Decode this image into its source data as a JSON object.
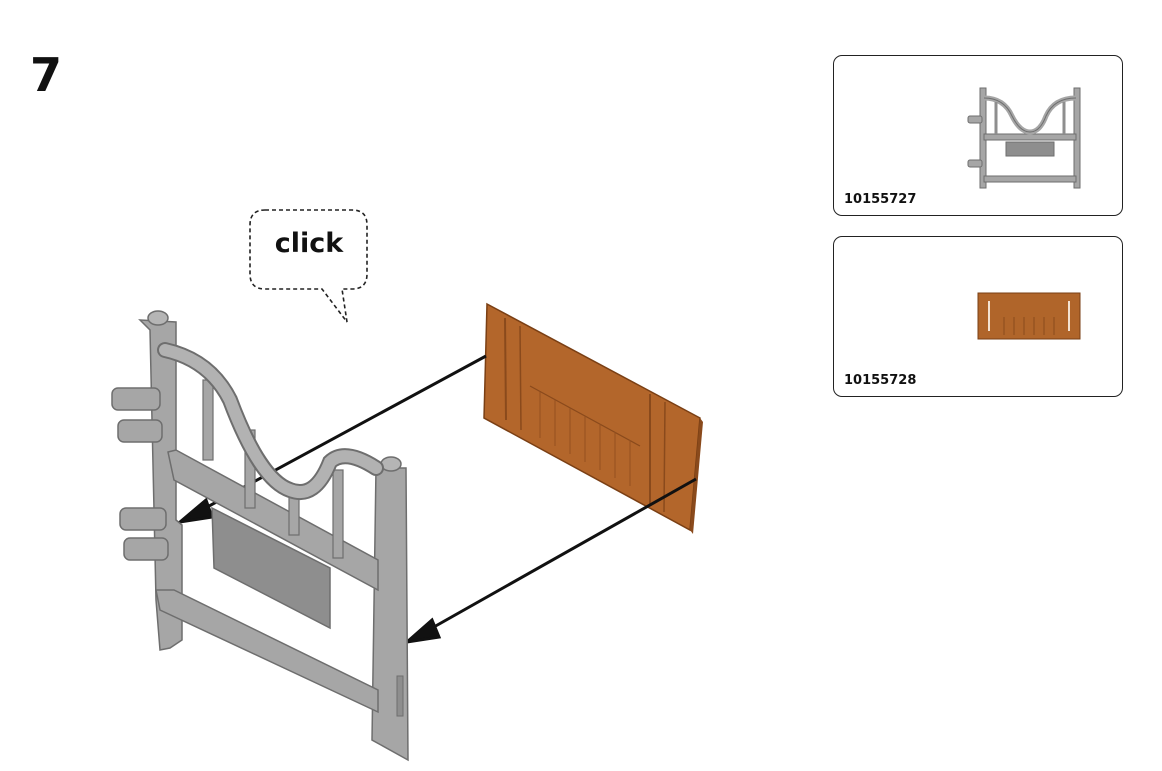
{
  "step": {
    "number": "7"
  },
  "callout": {
    "text": "click"
  },
  "parts": [
    {
      "id": "10155727",
      "name": "stall-gate",
      "color": "#a8a8a8"
    },
    {
      "id": "10155728",
      "name": "wooden-panel",
      "color": "#b0652a"
    }
  ],
  "colors": {
    "gate": "#a6a6a6",
    "gate_dark": "#7e7e7e",
    "wood": "#b3662b",
    "wood_dark": "#8a4a1c",
    "arrow": "#111111"
  }
}
